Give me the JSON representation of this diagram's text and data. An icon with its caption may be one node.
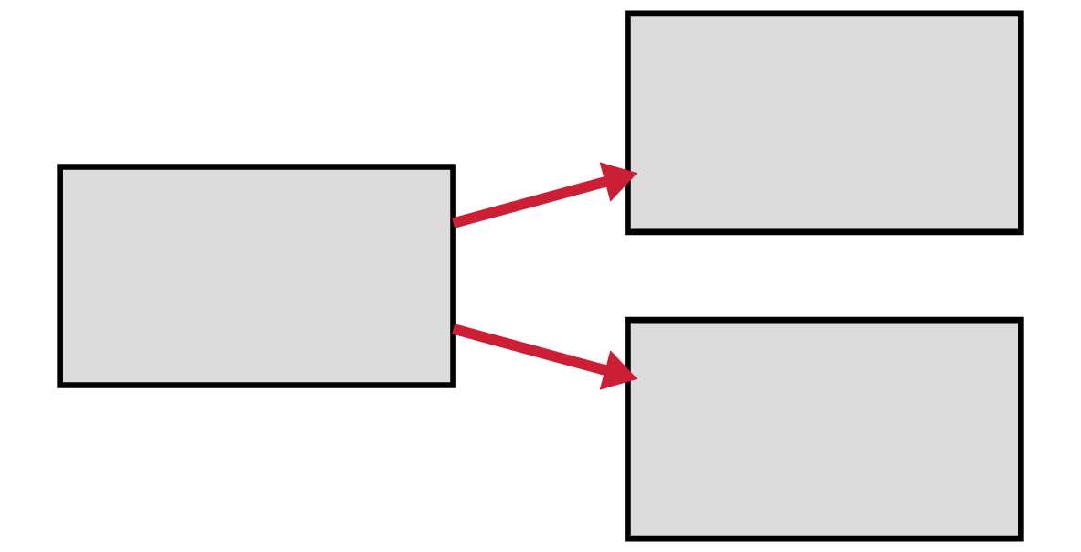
{
  "diagram": {
    "nodes": [
      {
        "text": [],
        "shape": "box"
      },
      {
        "text": [],
        "shape": "box"
      },
      {
        "text": [],
        "shape": "box"
      }
    ],
    "edges": [
      {
        "from": 0,
        "to": 1,
        "arrow": "to"
      },
      {
        "from": 0,
        "to": 2,
        "arrow": "to"
      }
    ]
  }
}
